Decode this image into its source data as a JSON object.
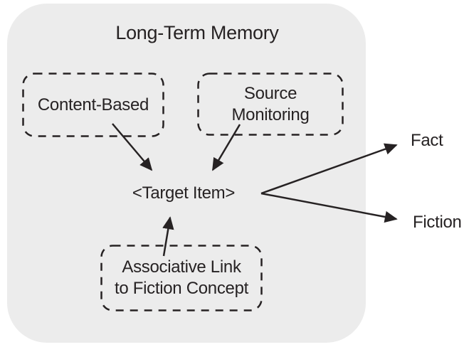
{
  "diagram": {
    "title": "Long-Term Memory",
    "nodes": {
      "content_based": {
        "label": "Content-Based"
      },
      "source_monitoring": {
        "label": "Source Monitoring"
      },
      "target_item": {
        "label": "<Target Item>"
      },
      "associative_link": {
        "label": "Associative Link to Fiction Concept",
        "line1": "Associative Link",
        "line2": "to Fiction Concept"
      },
      "fact": {
        "label": "Fact"
      },
      "fiction": {
        "label": "Fiction"
      }
    },
    "edges": [
      {
        "from": "content_based",
        "to": "target_item"
      },
      {
        "from": "source_monitoring",
        "to": "target_item"
      },
      {
        "from": "associative_link",
        "to": "target_item"
      },
      {
        "from": "target_item",
        "to": "fact"
      },
      {
        "from": "target_item",
        "to": "fiction"
      }
    ]
  },
  "colors": {
    "page_bg": "#ffffff",
    "container_bg": "#ececec",
    "ink": "#262223"
  }
}
